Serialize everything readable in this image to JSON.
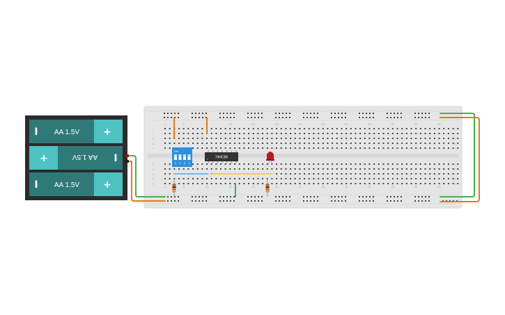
{
  "battery_pack": {
    "cells": [
      {
        "label": "AA 1.5V",
        "plus": "+",
        "minus": "I",
        "flipped": false
      },
      {
        "label": "AA 1.5V",
        "plus": "+",
        "minus": "I",
        "flipped": true
      },
      {
        "label": "AA 1.5V",
        "plus": "+",
        "minus": "I",
        "flipped": false
      }
    ]
  },
  "breadboard": {
    "column_numbers": [
      "1",
      "5",
      "10",
      "15",
      "20",
      "25",
      "30",
      "35",
      "40",
      "45",
      "50",
      "55",
      "60"
    ],
    "row_letters_top": [
      "j",
      "i",
      "h",
      "g",
      "f"
    ],
    "row_letters_bottom": [
      "e",
      "d",
      "c",
      "b",
      "a"
    ]
  },
  "ic_chip": {
    "label": "74HC86"
  },
  "dip_switch": {
    "on_label": "ON",
    "positions": [
      "1",
      "2",
      "3",
      "4"
    ]
  },
  "colors": {
    "board": "#e5e5e5",
    "wire_green": "#3cb54a",
    "wire_orange": "#e07b1a",
    "wire_yellow": "#f2d230",
    "wire_blue": "#7ab6e6",
    "led_red": "#b81d1d",
    "dip_blue": "#2f8fdb",
    "battery_cell": "#2f7a79",
    "battery_cap": "#4fc2c2"
  }
}
